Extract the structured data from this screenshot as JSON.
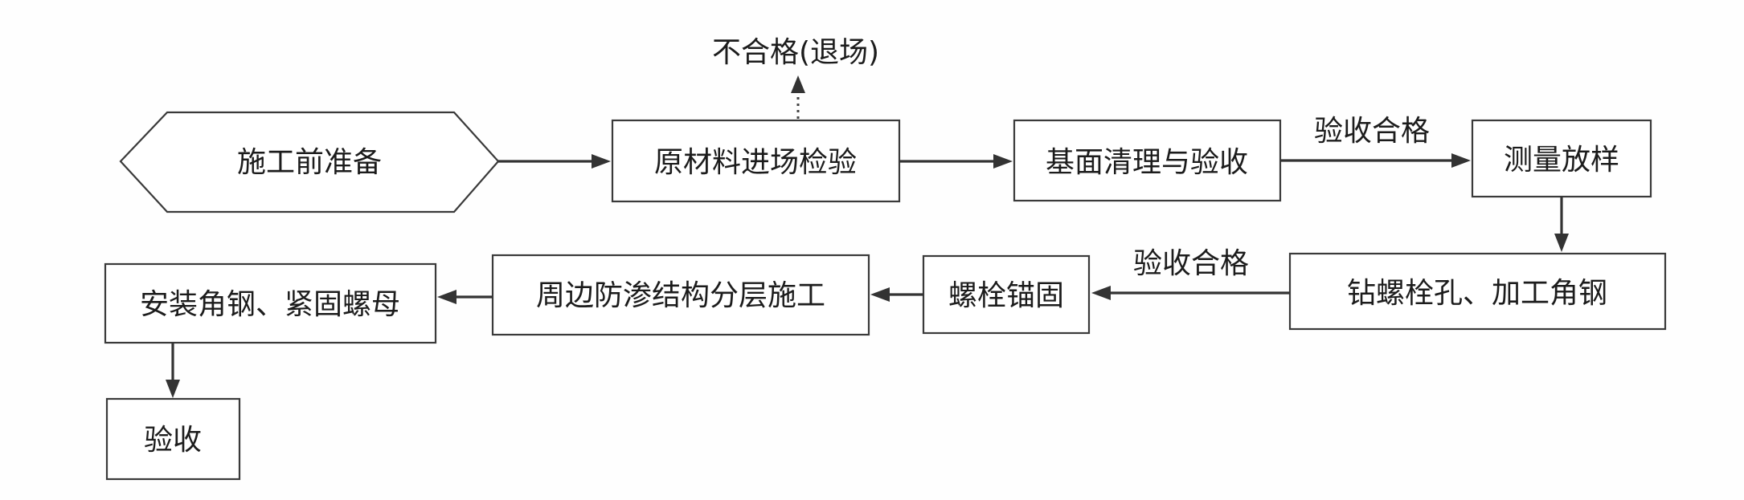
{
  "diagram": {
    "nodes": {
      "prep": "施工前准备",
      "material": "原材料进场检验",
      "surface": "基面清理与验收",
      "survey": "测量放样",
      "drill": "钻螺栓孔、加工角钢",
      "anchor": "螺栓锚固",
      "layered": "周边防渗结构分层施工",
      "install": "安装角钢、紧固螺母",
      "accept": "验收"
    },
    "labels": {
      "reject": "不合格(退场)",
      "pass_1": "验收合格",
      "pass_2": "验收合格"
    },
    "colors": {
      "stroke": "#3a3a3a",
      "text": "#1c1c1c",
      "background": "#fefefe"
    }
  }
}
